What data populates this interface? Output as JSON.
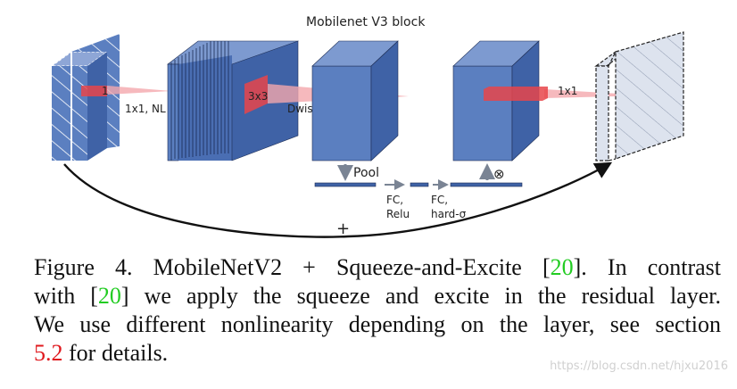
{
  "diagram": {
    "title": "Mobilenet V3 block",
    "labels": {
      "conv1": "1",
      "conv1_op": "1x1, NL",
      "dw_kernel": "3x3",
      "dw_op": "Dwise, NL",
      "pool": "Pool",
      "fc1_a": "FC,",
      "fc1_b": "Relu",
      "fc2_a": "FC,",
      "fc2_b": "hard-σ",
      "proj": "1x1",
      "multiply": "⊗",
      "add": "+"
    },
    "colors": {
      "block_front": "#5b7fc0",
      "block_top": "#7d9ad0",
      "block_side": "#3f62a6",
      "highlight": "#e8454a",
      "cone": "#f4a7ad",
      "output_fill": "#dde3ee"
    }
  },
  "caption": {
    "fig_label": "Figure 4.",
    "line1_a": "MobileNetV2 + Squeeze-and-Excite [",
    "cite1": "20",
    "line1_b": "].  In contrast",
    "line2_a": "with [",
    "cite2": "20",
    "line2_b": "] we apply the squeeze and excite in the residual layer.",
    "line3": "We use different nonlinearity depending on the layer, see section",
    "ref_section": "5.2",
    "line4_b": " for details."
  },
  "watermark": "https://blog.csdn.net/hjxu2016"
}
